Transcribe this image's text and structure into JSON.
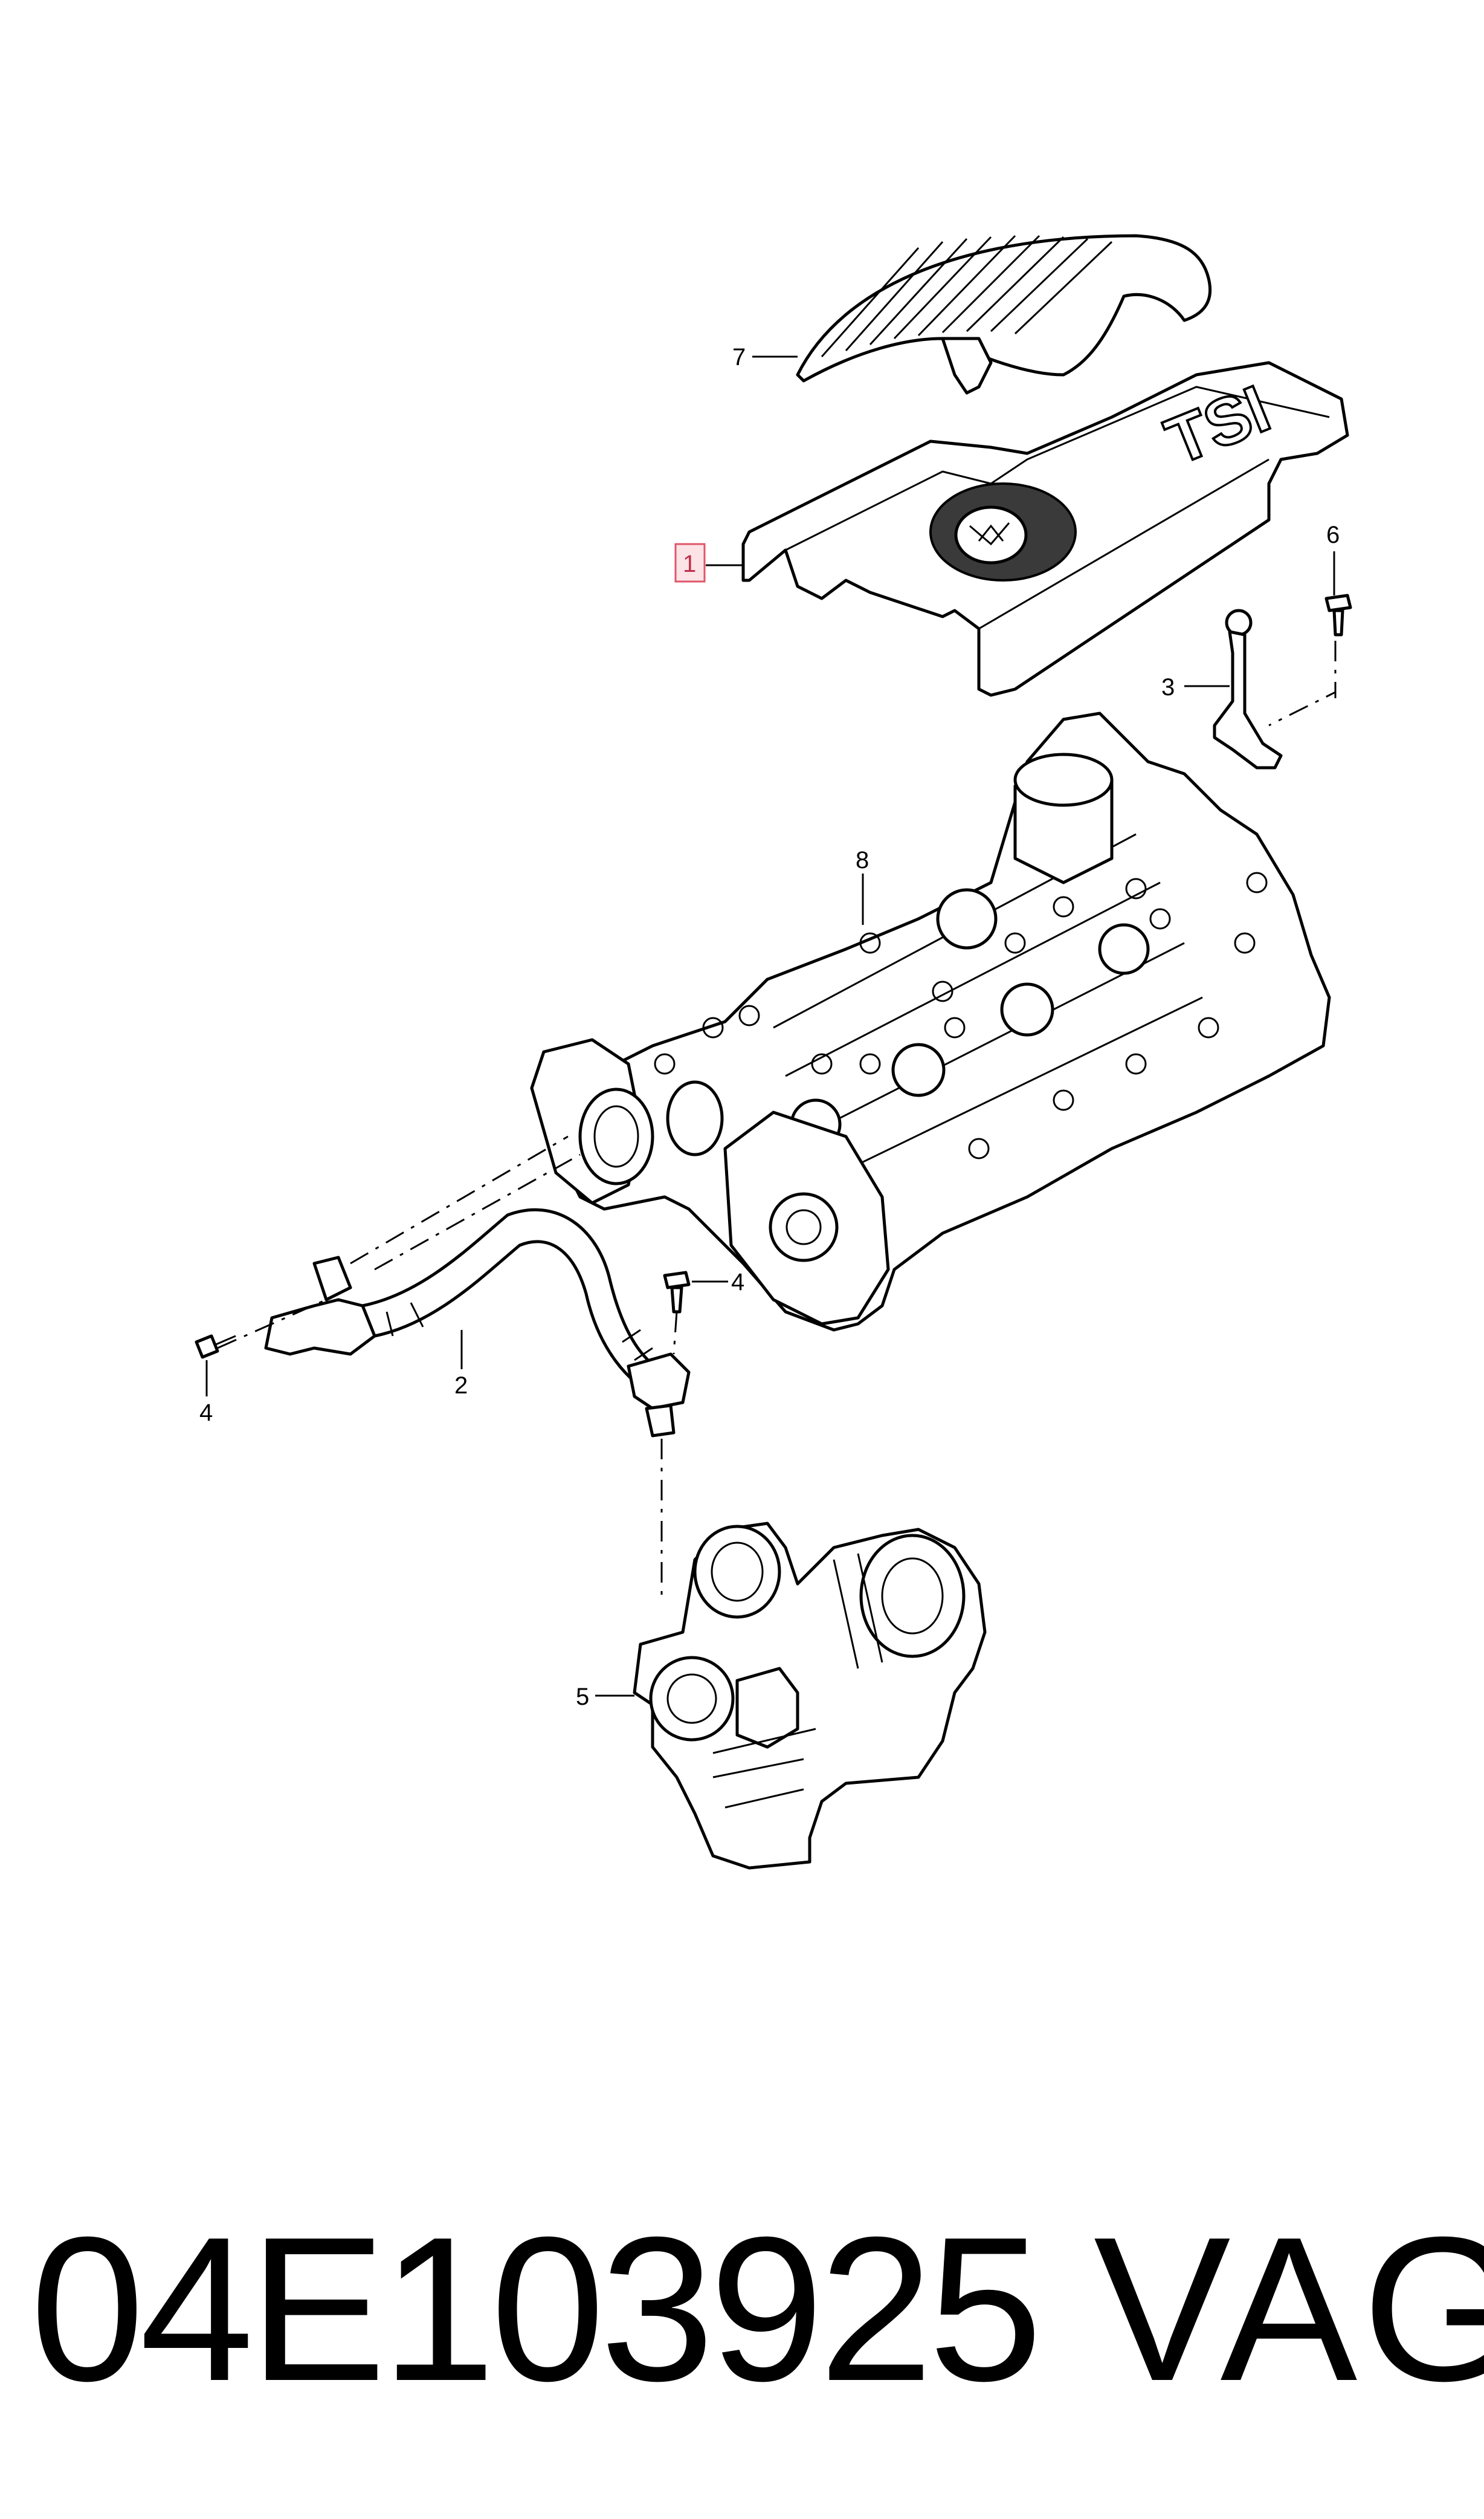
{
  "callouts": [
    {
      "id": "7",
      "label": "7"
    },
    {
      "id": "1",
      "label": "1",
      "highlighted": true
    },
    {
      "id": "6",
      "label": "6"
    },
    {
      "id": "3",
      "label": "3"
    },
    {
      "id": "8",
      "label": "8"
    },
    {
      "id": "4a",
      "label": "4"
    },
    {
      "id": "4b",
      "label": "4"
    },
    {
      "id": "2",
      "label": "2"
    },
    {
      "id": "5",
      "label": "5"
    }
  ],
  "cover_logo_text": "TSI",
  "footer": {
    "part_number": "04E103925",
    "brand": "VAG"
  },
  "colors": {
    "line": "#000000",
    "highlight_border": "#e0566a",
    "highlight_fill": "#fbe3e6"
  }
}
